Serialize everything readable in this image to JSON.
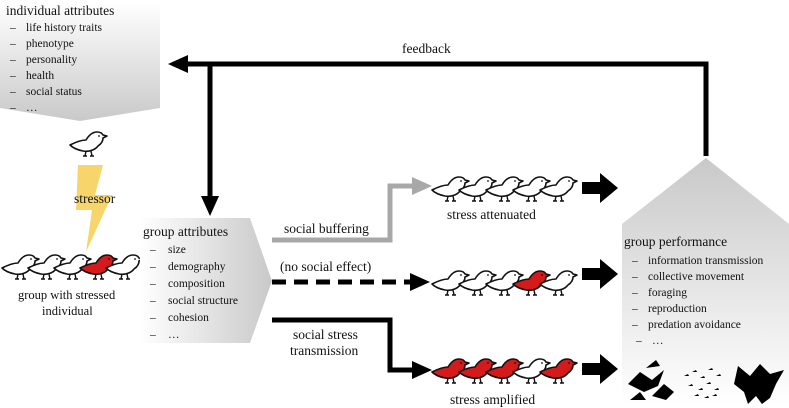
{
  "individual": {
    "title": "individual attributes",
    "items": [
      "life history traits",
      "phenotype",
      "personality",
      "health",
      "social status",
      "…"
    ]
  },
  "feedback_label": "feedback",
  "stressor_label": "stressor",
  "group_stressed_label": [
    "group with stressed",
    "individual"
  ],
  "group_attributes": {
    "title": "group attributes",
    "items": [
      "size",
      "demography",
      "composition",
      "social structure",
      "cohesion",
      "…"
    ]
  },
  "pathways": {
    "buffering": "social buffering",
    "no_effect": "(no social effect)",
    "transmission": [
      "social stress",
      "transmission"
    ]
  },
  "outcomes": {
    "attenuated": "stress  attenuated",
    "amplified": "stress amplified"
  },
  "group_performance": {
    "title": "group performance",
    "items": [
      "information transmission",
      "collective movement",
      "foraging",
      "reproduction",
      "predation avoidance",
      "…"
    ]
  },
  "bullet": "–",
  "colors": {
    "stressed_bird": "#d41a1a",
    "bird_outline": "#111111",
    "buffering_arrow": "#a8a8a8",
    "stressor_bolt": "#f7d56a"
  }
}
